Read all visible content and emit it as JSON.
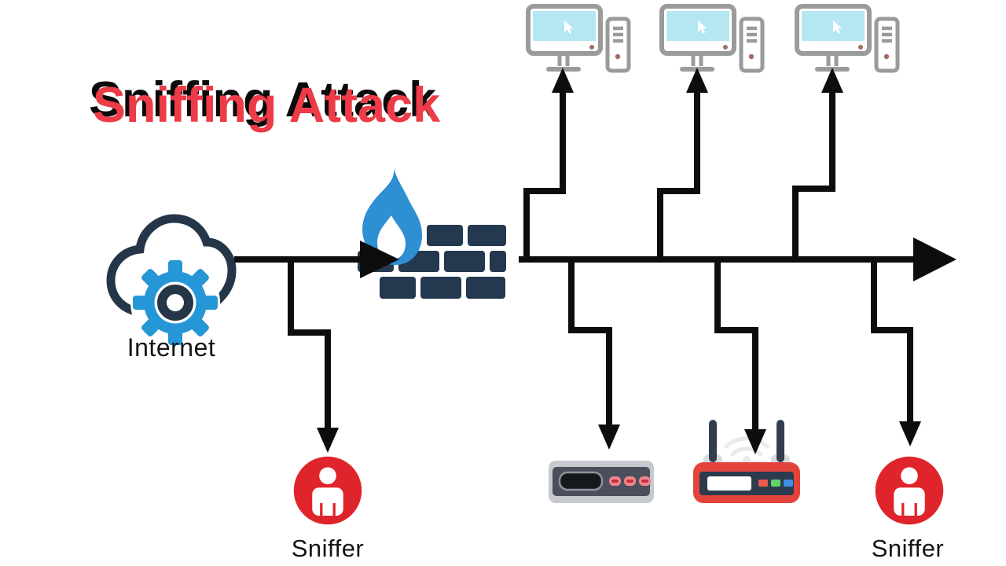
{
  "title": "Sniffing Attack",
  "labels": {
    "internet": "Internet",
    "sniffer_left": "Sniffer",
    "sniffer_right": "Sniffer"
  },
  "icons": [
    "internet-cloud-gear-icon",
    "firewall-flame-brickwall-icon",
    "desktop-computer-icon",
    "desktop-computer-icon",
    "desktop-computer-icon",
    "network-switch-icon",
    "wireless-router-icon",
    "attacker-person-icon",
    "attacker-person-icon",
    "flow-arrow-icon"
  ],
  "connections": [
    "internet-to-firewall",
    "firewall-to-bus-end",
    "bus-to-computer-1",
    "bus-to-computer-2",
    "bus-to-computer-3",
    "bus-to-sniffer-left",
    "bus-to-switch",
    "bus-to-router",
    "bus-to-sniffer-right"
  ],
  "colors": {
    "title_red": "#ED3B47",
    "title_shadow": "#0A0A0A",
    "line_black": "#0D0D0D",
    "cloud_navy": "#243648",
    "gear_blue": "#2596D6",
    "flame_blue": "#2E8FD2",
    "brick_navy": "#24384F",
    "computer_gray": "#9B9B9B",
    "screen_cyan": "#B5E7F2",
    "tower_dot": "#A66B63",
    "sniffer_red": "#E0242B",
    "label_black": "#151515",
    "switch_body": "#C6C9CE",
    "switch_panel": "#4A4F5B",
    "switch_btn": "#F0858E",
    "switch_btn_dash": "#C2333F",
    "router_red": "#E2443C",
    "router_panel": "#2C3B4E",
    "led_red": "#EB5B50",
    "led_green": "#5FD469",
    "led_blue": "#3F8FE3",
    "antenna": "#333E4D",
    "antenna_base": "#D9DCDF",
    "wifi_wave": "#E8EAEC"
  }
}
